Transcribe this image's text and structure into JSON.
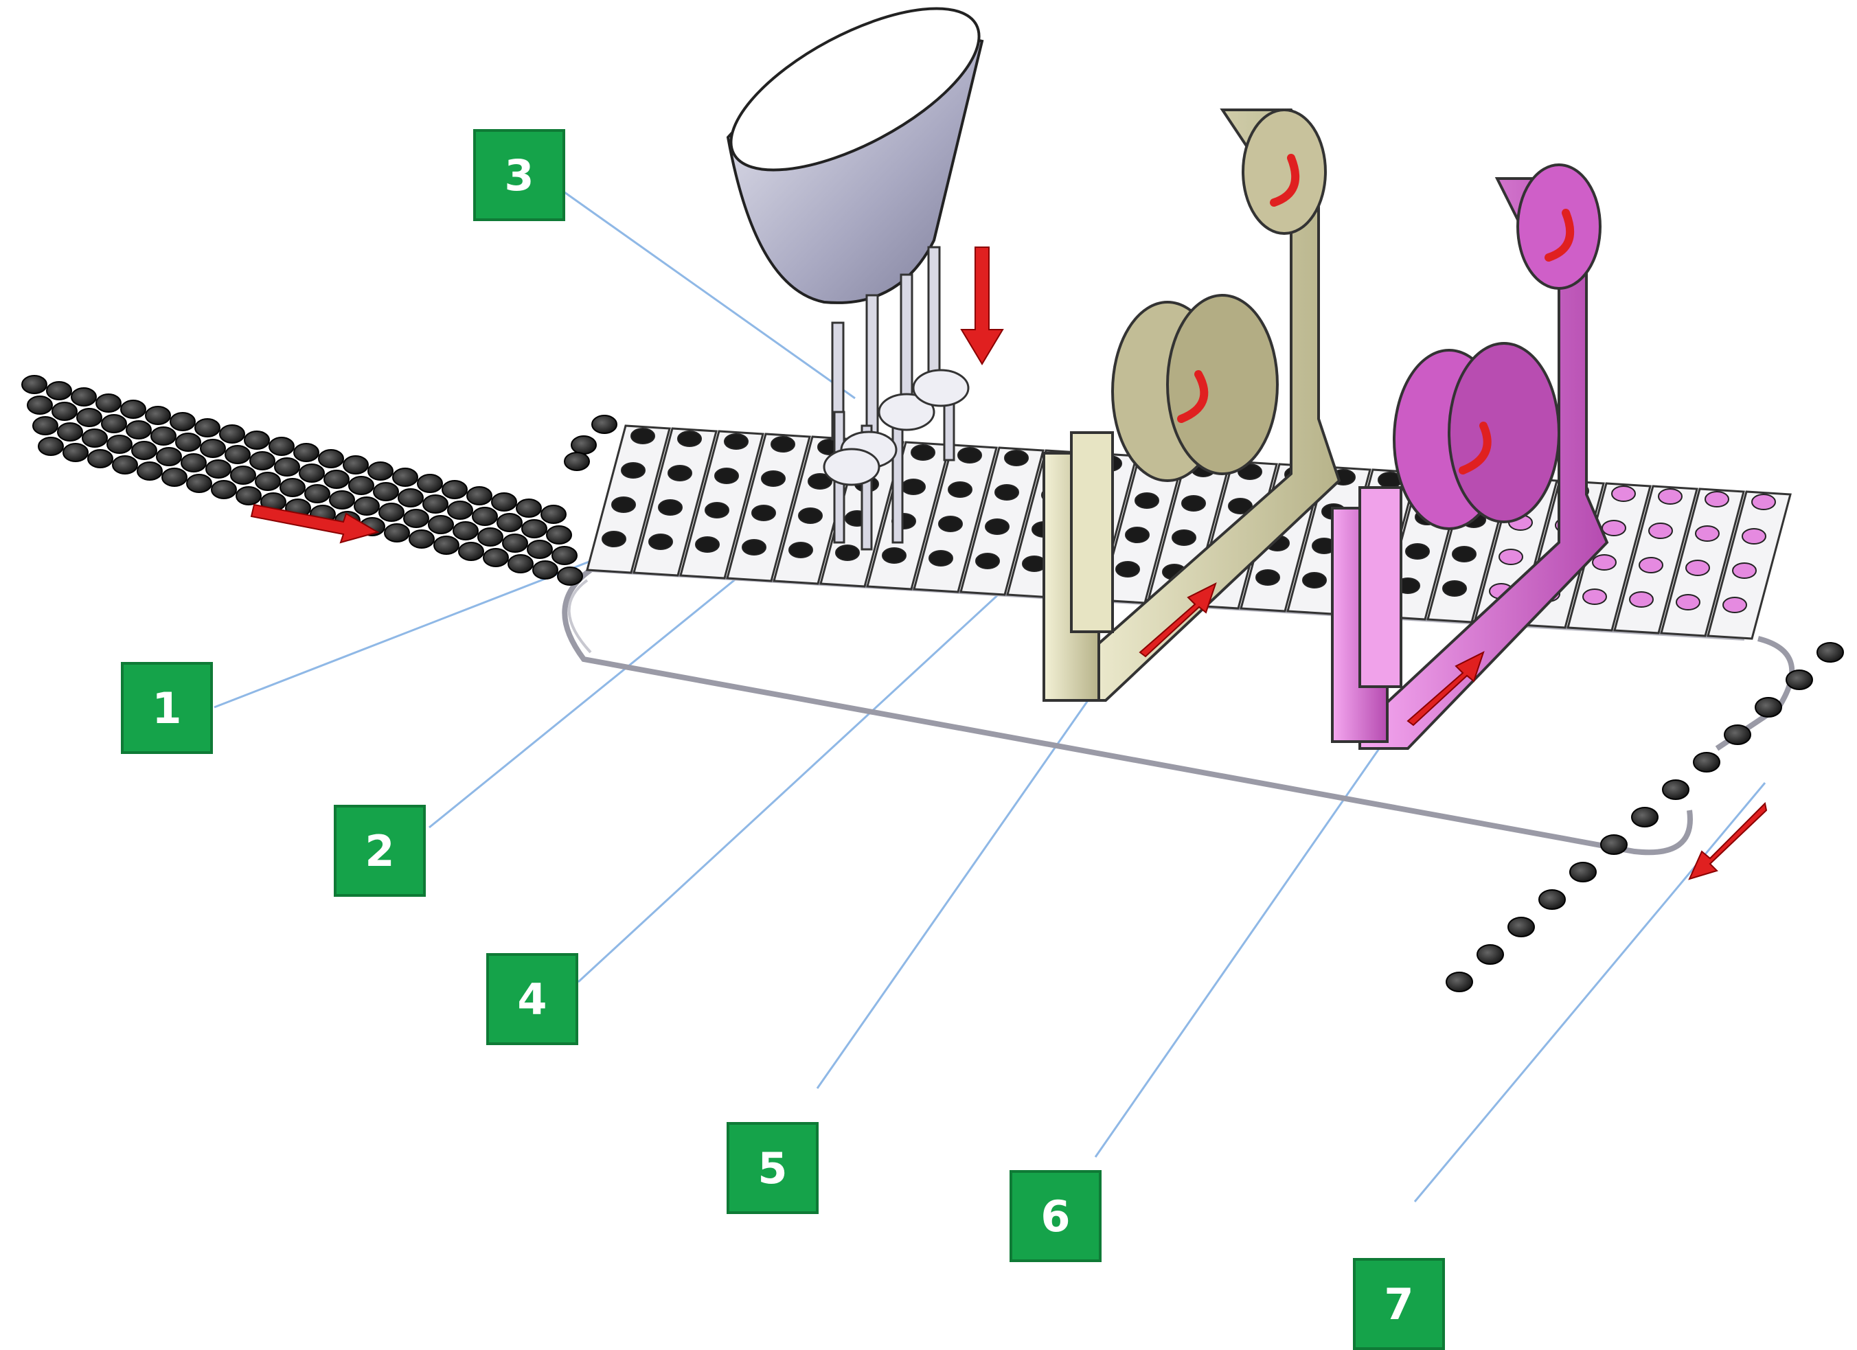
{
  "callouts": [
    {
      "id": "1",
      "label": "1"
    },
    {
      "id": "2",
      "label": "2"
    },
    {
      "id": "3",
      "label": "3"
    },
    {
      "id": "4",
      "label": "4"
    },
    {
      "id": "5",
      "label": "5"
    },
    {
      "id": "6",
      "label": "6"
    },
    {
      "id": "7",
      "label": "7"
    }
  ],
  "colors": {
    "callout_fill": "#15a34a",
    "leader_line": "#8fb8e6",
    "arrow": "#e02020",
    "roller_assembly_1": "#d8d6b0",
    "roller_assembly_2": "#e07ad8",
    "hopper": "#b9b9d0",
    "caps": "#1e1e1e"
  },
  "icons": {
    "direction_arrow": "red-arrow-icon",
    "rotation_arrow": "curved-arrow-icon"
  }
}
